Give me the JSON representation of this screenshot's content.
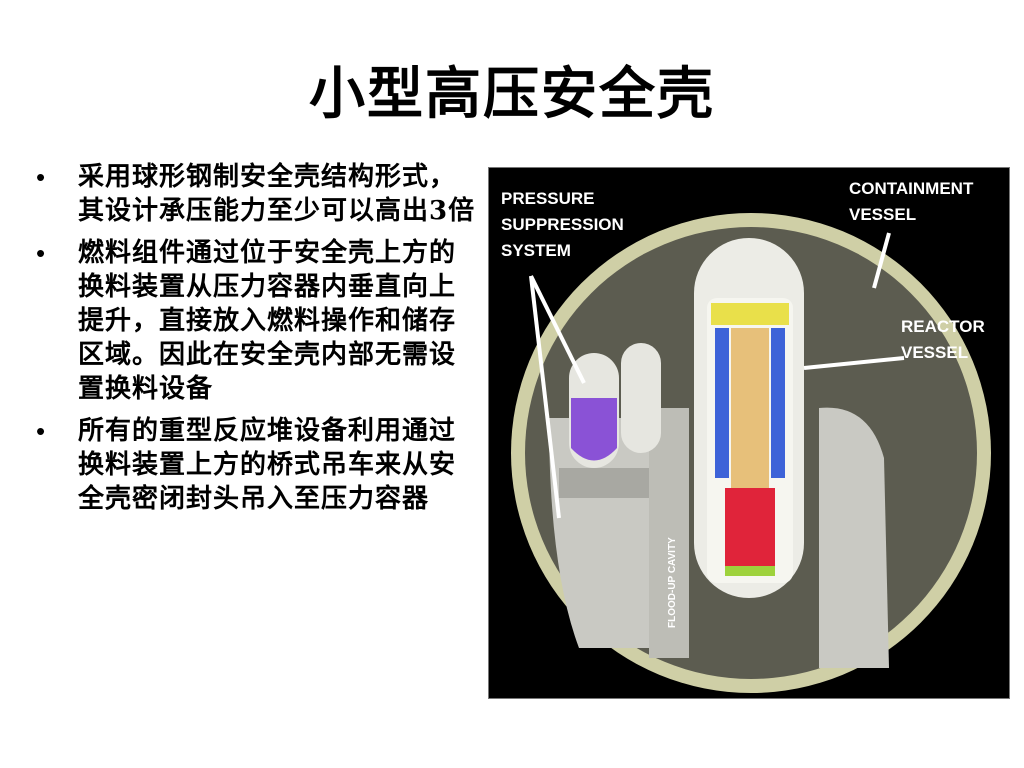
{
  "slide": {
    "title": "小型高压安全壳",
    "bullets": [
      {
        "text": "采用球形钢制安全壳结构形式，其设计承压能力至少可以高出3倍"
      },
      {
        "text": "燃料组件通过位于安全壳上方的换料装置从压力容器内垂直向上提升，直接放入燃料操作和储存区域。因此在安全壳内部无需设置换料设备"
      },
      {
        "text": "所有的重型反应堆设备利用通过换料装置上方的桥式吊车来从安全壳密闭封头吊入至压力容器"
      }
    ],
    "bullet_glyph": "•"
  },
  "figure": {
    "labels": {
      "pressure_suppression_line1": "PRESSURE",
      "pressure_suppression_line2": "SUPPRESSION",
      "pressure_suppression_line3": "SYSTEM",
      "containment_line1": "CONTAINMENT",
      "containment_line2": "VESSEL",
      "reactor_line1": "REACTOR",
      "reactor_line2": "VESSEL",
      "floodup_cavity": "FLOOD-UP CAVITY"
    },
    "colors": {
      "shell": "#cfcfa6",
      "shell_inner": "#5c5c50",
      "concrete": "#c9c9c3",
      "pool_liquid": "#8a52d6",
      "reactor_blue": "#3d63d8",
      "reactor_red": "#e0243a",
      "reactor_yellow": "#e9e04a",
      "reactor_green": "#9ed23c",
      "fuel_rods": "#e7c07a"
    }
  }
}
